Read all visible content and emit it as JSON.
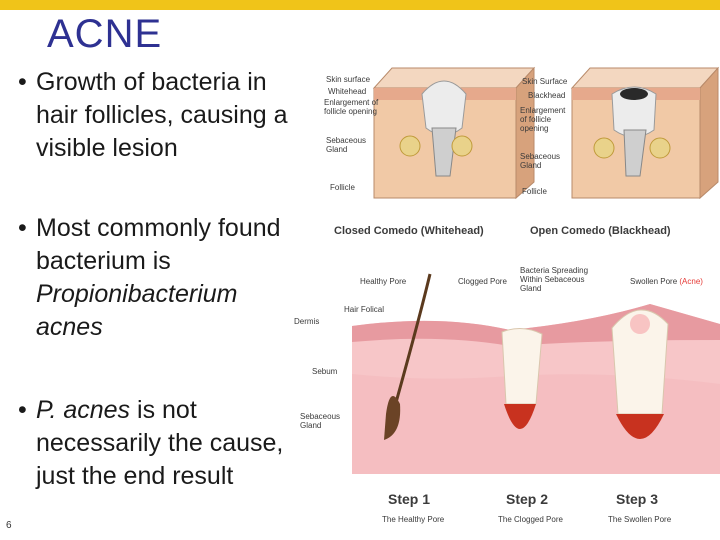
{
  "slide": {
    "title": "ACNE",
    "page_number": "6",
    "bullets": [
      {
        "parts": [
          {
            "text": "Growth of bacteria in hair follicles, causing a visible lesion",
            "italic": false
          }
        ]
      },
      {
        "parts": [
          {
            "text": "Most commonly found bacterium is ",
            "italic": false
          },
          {
            "text": "Propionibacterium acnes",
            "italic": true
          }
        ]
      },
      {
        "parts": [
          {
            "text": "P. acnes",
            "italic": true
          },
          {
            "text": " is not necessarily the cause, just the end result",
            "italic": false
          }
        ]
      }
    ]
  },
  "top_figure": {
    "left_labels": [
      "Skin surface",
      "Whitehead",
      "Enlargement of follicle opening",
      "Sebaceous Gland",
      "Follicle"
    ],
    "right_labels": [
      "Skin Surface",
      "Blackhead",
      "Enlargement of follicle opening",
      "Sebaceous Gland",
      "Follicle"
    ],
    "left_caption": "Closed Comedo (Whitehead)",
    "right_caption": "Open Comedo (Blackhead)"
  },
  "bottom_figure": {
    "labels": {
      "healthy_pore": "Healthy Pore",
      "clogged_pore": "Clogged Pore",
      "bacteria_spreading": "Bacteria Spreading Within Sebaceous Gland",
      "swollen_pore": "Swollen Pore",
      "acne": "(Acne)",
      "hair_follicle": "Hair Folical",
      "dermis": "Dermis",
      "sebum": "Sebum",
      "sebaceous_gland": "Sebaceous Gland"
    },
    "steps": [
      {
        "label": "Step 1",
        "caption": "The Healthy Pore"
      },
      {
        "label": "Step 2",
        "caption": "The Clogged Pore"
      },
      {
        "label": "Step 3",
        "caption": "The Swollen Pore"
      }
    ]
  },
  "colors": {
    "top_bar": "#f0c419",
    "title": "#2e3192",
    "acne_label": "#e53935"
  }
}
